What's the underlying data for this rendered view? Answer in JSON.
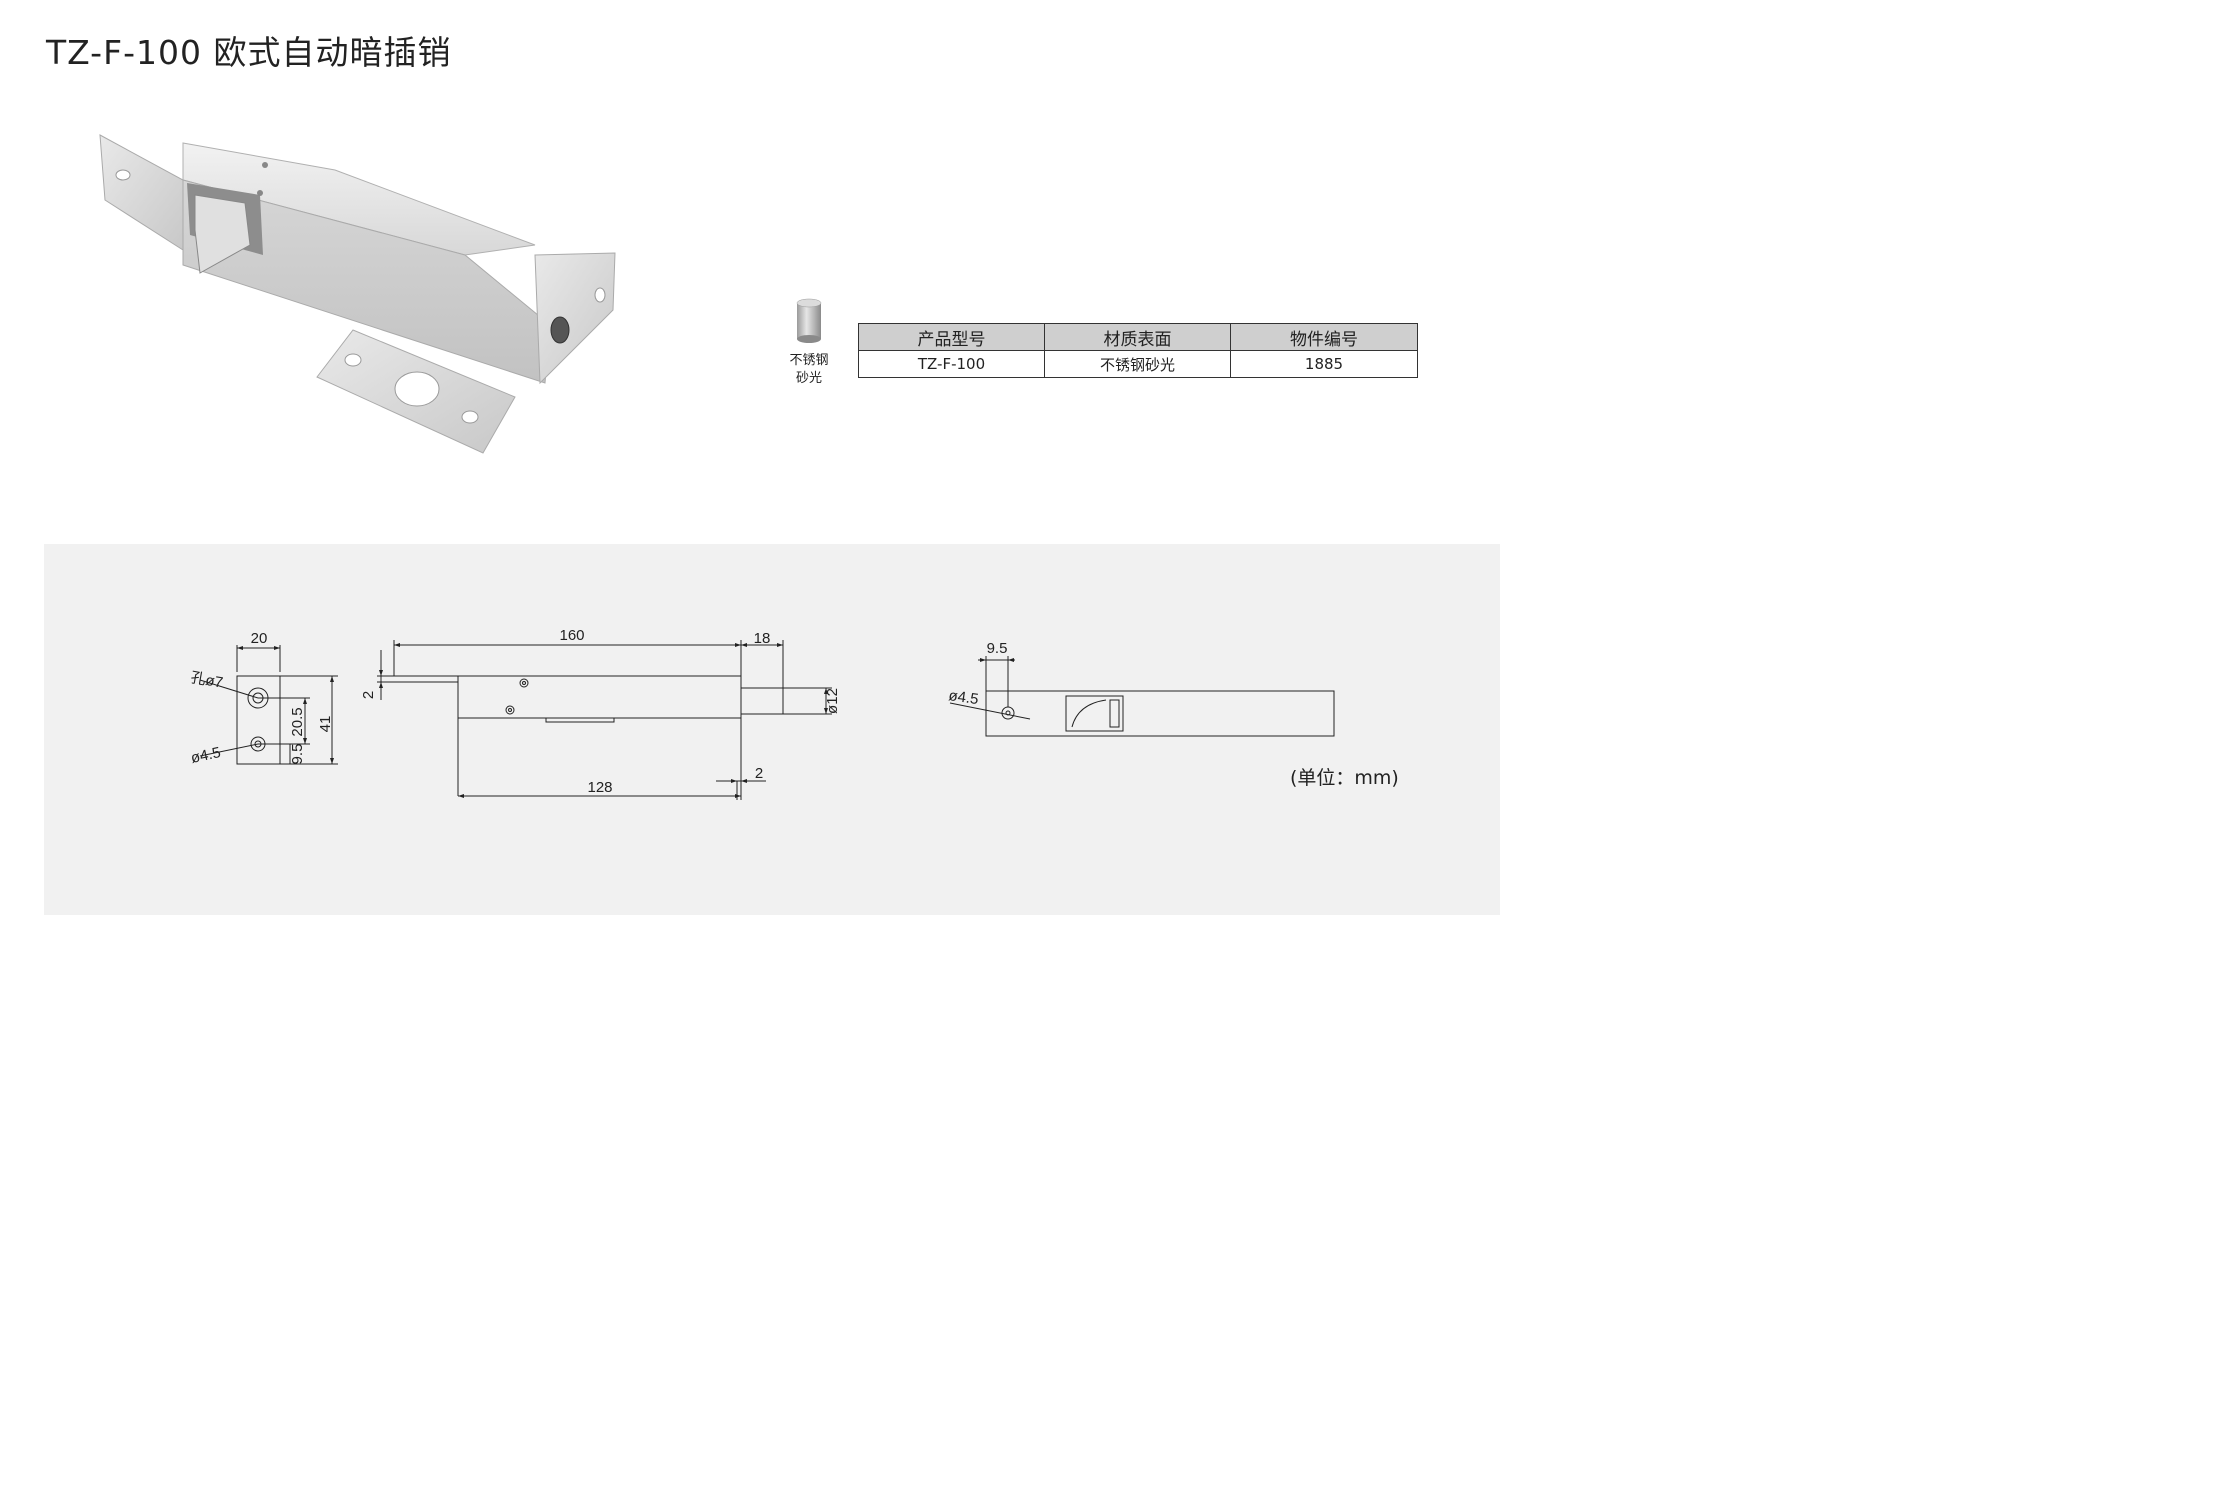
{
  "title": "TZ-F-100 欧式自动暗插销",
  "swatch": {
    "label": "不锈钢砂光",
    "color": "#b8b8b8"
  },
  "spec_table": {
    "headers": [
      "产品型号",
      "材质表面",
      "物件编号"
    ],
    "row": [
      "TZ-F-100",
      "不锈钢砂光",
      "1885"
    ]
  },
  "drawing": {
    "front": {
      "width": "20",
      "hole_label": "孔ø7",
      "small_hole": "ø4.5",
      "d1": "20.5",
      "d2": "9.5",
      "height": "41"
    },
    "side": {
      "length": "160",
      "tip": "18",
      "top_offset": "2",
      "diameter": "ø12",
      "base": "128",
      "end_offset": "2"
    },
    "top": {
      "offset": "9.5",
      "hole": "ø4.5"
    },
    "unit_note": "(单位：mm)"
  },
  "colors": {
    "panel_bg": "#f1f1f1",
    "table_header_bg": "#cfcfcf"
  }
}
